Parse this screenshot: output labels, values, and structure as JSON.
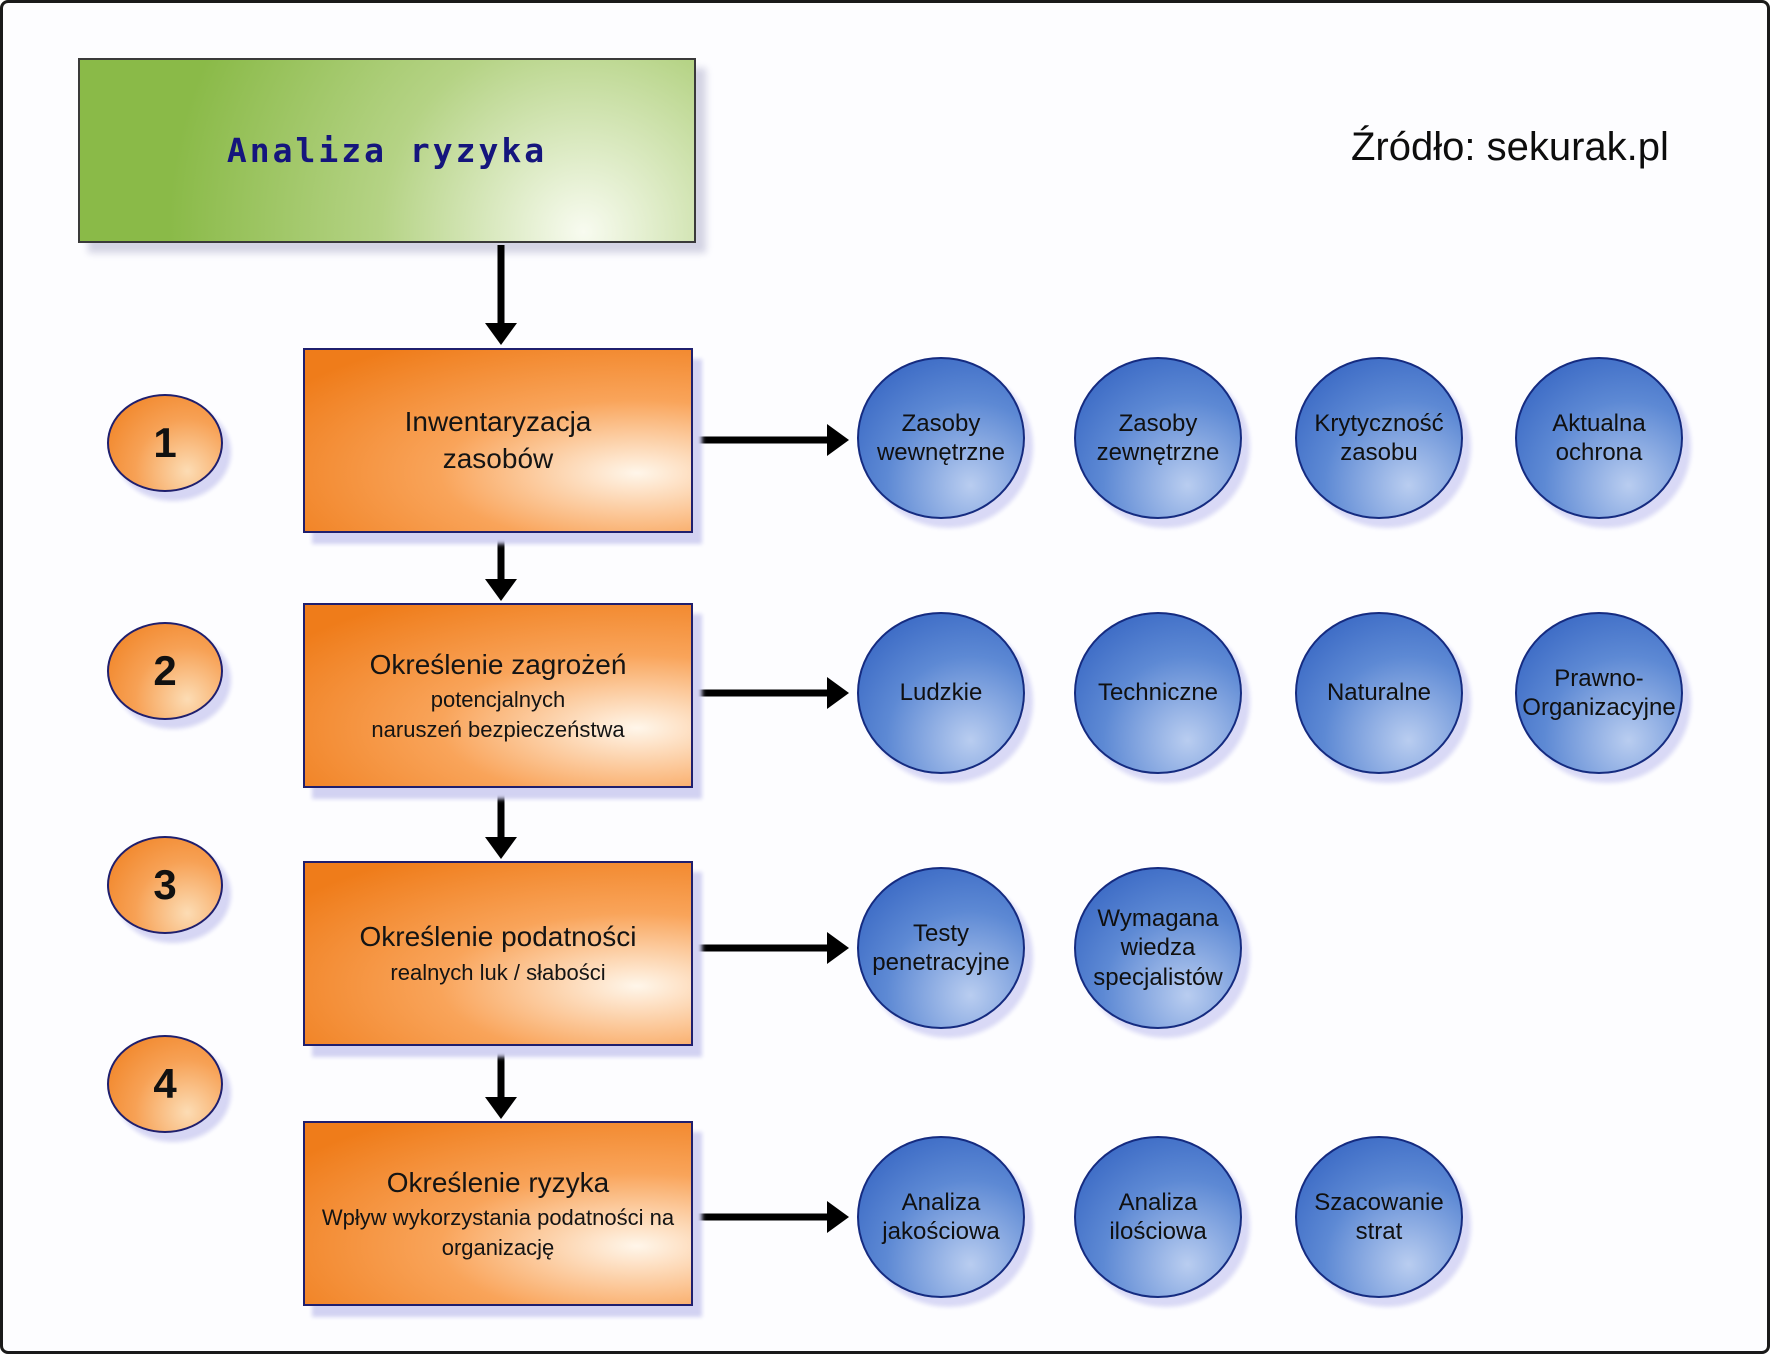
{
  "title": "Analiza ryzyka",
  "source": "Źródło: sekurak.pl",
  "colors": {
    "green": "#8aba48",
    "orange": "#ef7d1b",
    "blue": "#2c5cbe",
    "navy_border": "#1f1f6e",
    "shadow": "#d2d2f2",
    "title_text": "#15157d"
  },
  "steps": [
    {
      "number": "1",
      "box_title": "Inwentaryzacja\nzasobów",
      "box_subtitle": "",
      "circles": [
        "Zasoby\nwewnętrzne",
        "Zasoby\nzewnętrzne",
        "Krytyczność\nzasobu",
        "Aktualna\nochrona"
      ]
    },
    {
      "number": "2",
      "box_title": "Określenie zagrożeń",
      "box_subtitle": "potencjalnych\nnaruszeń bezpieczeństwa",
      "circles": [
        "Ludzkie",
        "Techniczne",
        "Naturalne",
        "Prawno-\nOrganizacyjne"
      ]
    },
    {
      "number": "3",
      "box_title": "Określenie podatności",
      "box_subtitle": "realnych luk / słabości",
      "circles": [
        "Testy\npenetracyjne",
        "Wymagana\nwiedza\nspecjalistów"
      ]
    },
    {
      "number": "4",
      "box_title": "Określenie ryzyka",
      "box_subtitle": "Wpływ wykorzystania podatności na\norganizację",
      "circles": [
        "Analiza\njakościowa",
        "Analiza\nilościowa",
        "Szacowanie\nstrat"
      ]
    }
  ]
}
